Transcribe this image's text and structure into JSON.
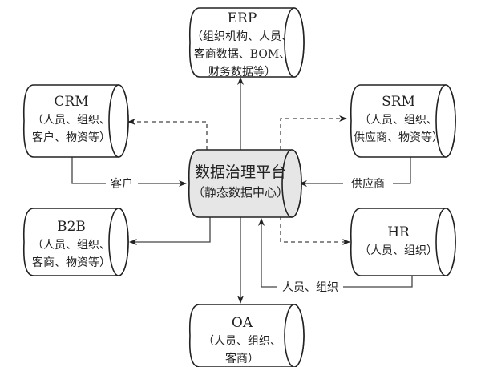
{
  "diagram": {
    "center": {
      "title": "数据治理平台",
      "lines": [
        "（静态数据中心）"
      ]
    },
    "systems": {
      "erp": {
        "title": "ERP",
        "lines": [
          "（组织机构、人员、",
          "客商数据、BOM、",
          "财务数据等）"
        ]
      },
      "crm": {
        "title": "CRM",
        "lines": [
          "（人员、组织、",
          "客户、物资等）"
        ]
      },
      "srm": {
        "title": "SRM",
        "lines": [
          "（人员、组织、",
          "供应商、物资等）"
        ]
      },
      "b2b": {
        "title": "B2B",
        "lines": [
          "（人员、组织、",
          "客商、物资等）"
        ]
      },
      "hr": {
        "title": "HR",
        "lines": [
          "（人员、组织）"
        ]
      },
      "oa": {
        "title": "OA",
        "lines": [
          "（人员、组织、",
          "客商）"
        ]
      }
    },
    "edge_labels": {
      "crm_to_center": "客户",
      "srm_to_center": "供应商",
      "hr_to_center": "人员、组织"
    },
    "colors": {
      "center_fill": "#e6e6e6",
      "stroke": "#222222",
      "line": "#444444"
    }
  }
}
